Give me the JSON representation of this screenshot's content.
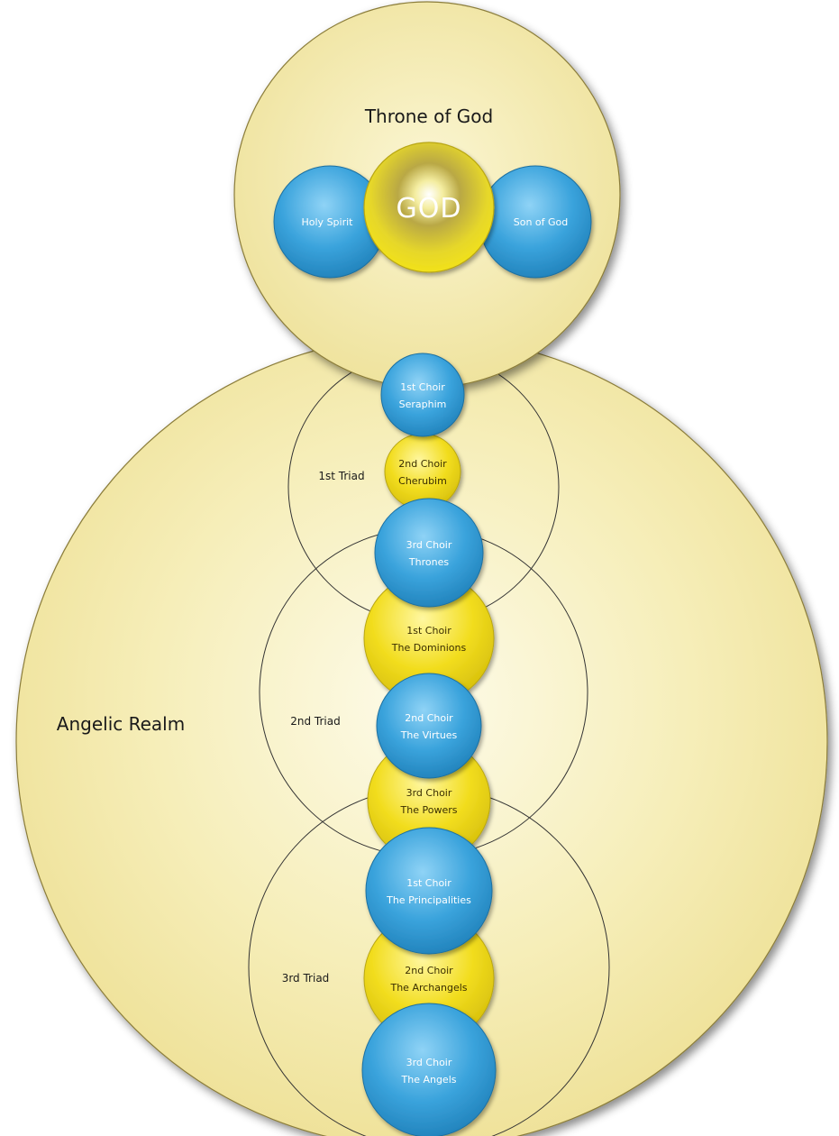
{
  "throne": {
    "title": "Throne of God"
  },
  "trinity": {
    "left": "Holy Spirit",
    "center": "GOD",
    "right": "Son of God"
  },
  "realm": {
    "label": "Angelic Realm"
  },
  "triads": [
    {
      "label": "1st Triad",
      "choirs": [
        {
          "line1": "1st Choir",
          "line2": "Seraphim",
          "color": "blue"
        },
        {
          "line1": "2nd Choir",
          "line2": "Cherubim",
          "color": "yellow"
        },
        {
          "line1": "3rd Choir",
          "line2": "Thrones",
          "color": "blue"
        }
      ]
    },
    {
      "label": "2nd Triad",
      "choirs": [
        {
          "line1": "1st Choir",
          "line2": "The Dominions",
          "color": "yellow"
        },
        {
          "line1": "2nd Choir",
          "line2": "The Virtues",
          "color": "blue"
        },
        {
          "line1": "3rd Choir",
          "line2": "The Powers",
          "color": "yellow"
        }
      ]
    },
    {
      "label": "3rd Triad",
      "choirs": [
        {
          "line1": "1st Choir",
          "line2": "The Principalities",
          "color": "blue"
        },
        {
          "line1": "2nd Choir",
          "line2": "The Archangels",
          "color": "yellow"
        },
        {
          "line1": "3rd Choir",
          "line2": "The Angels",
          "color": "blue"
        }
      ]
    }
  ],
  "colors": {
    "blue": "#3aa3dc",
    "yellow": "#f2dd1f",
    "realm": "#f4eba9",
    "throne": "#f4eba9"
  }
}
